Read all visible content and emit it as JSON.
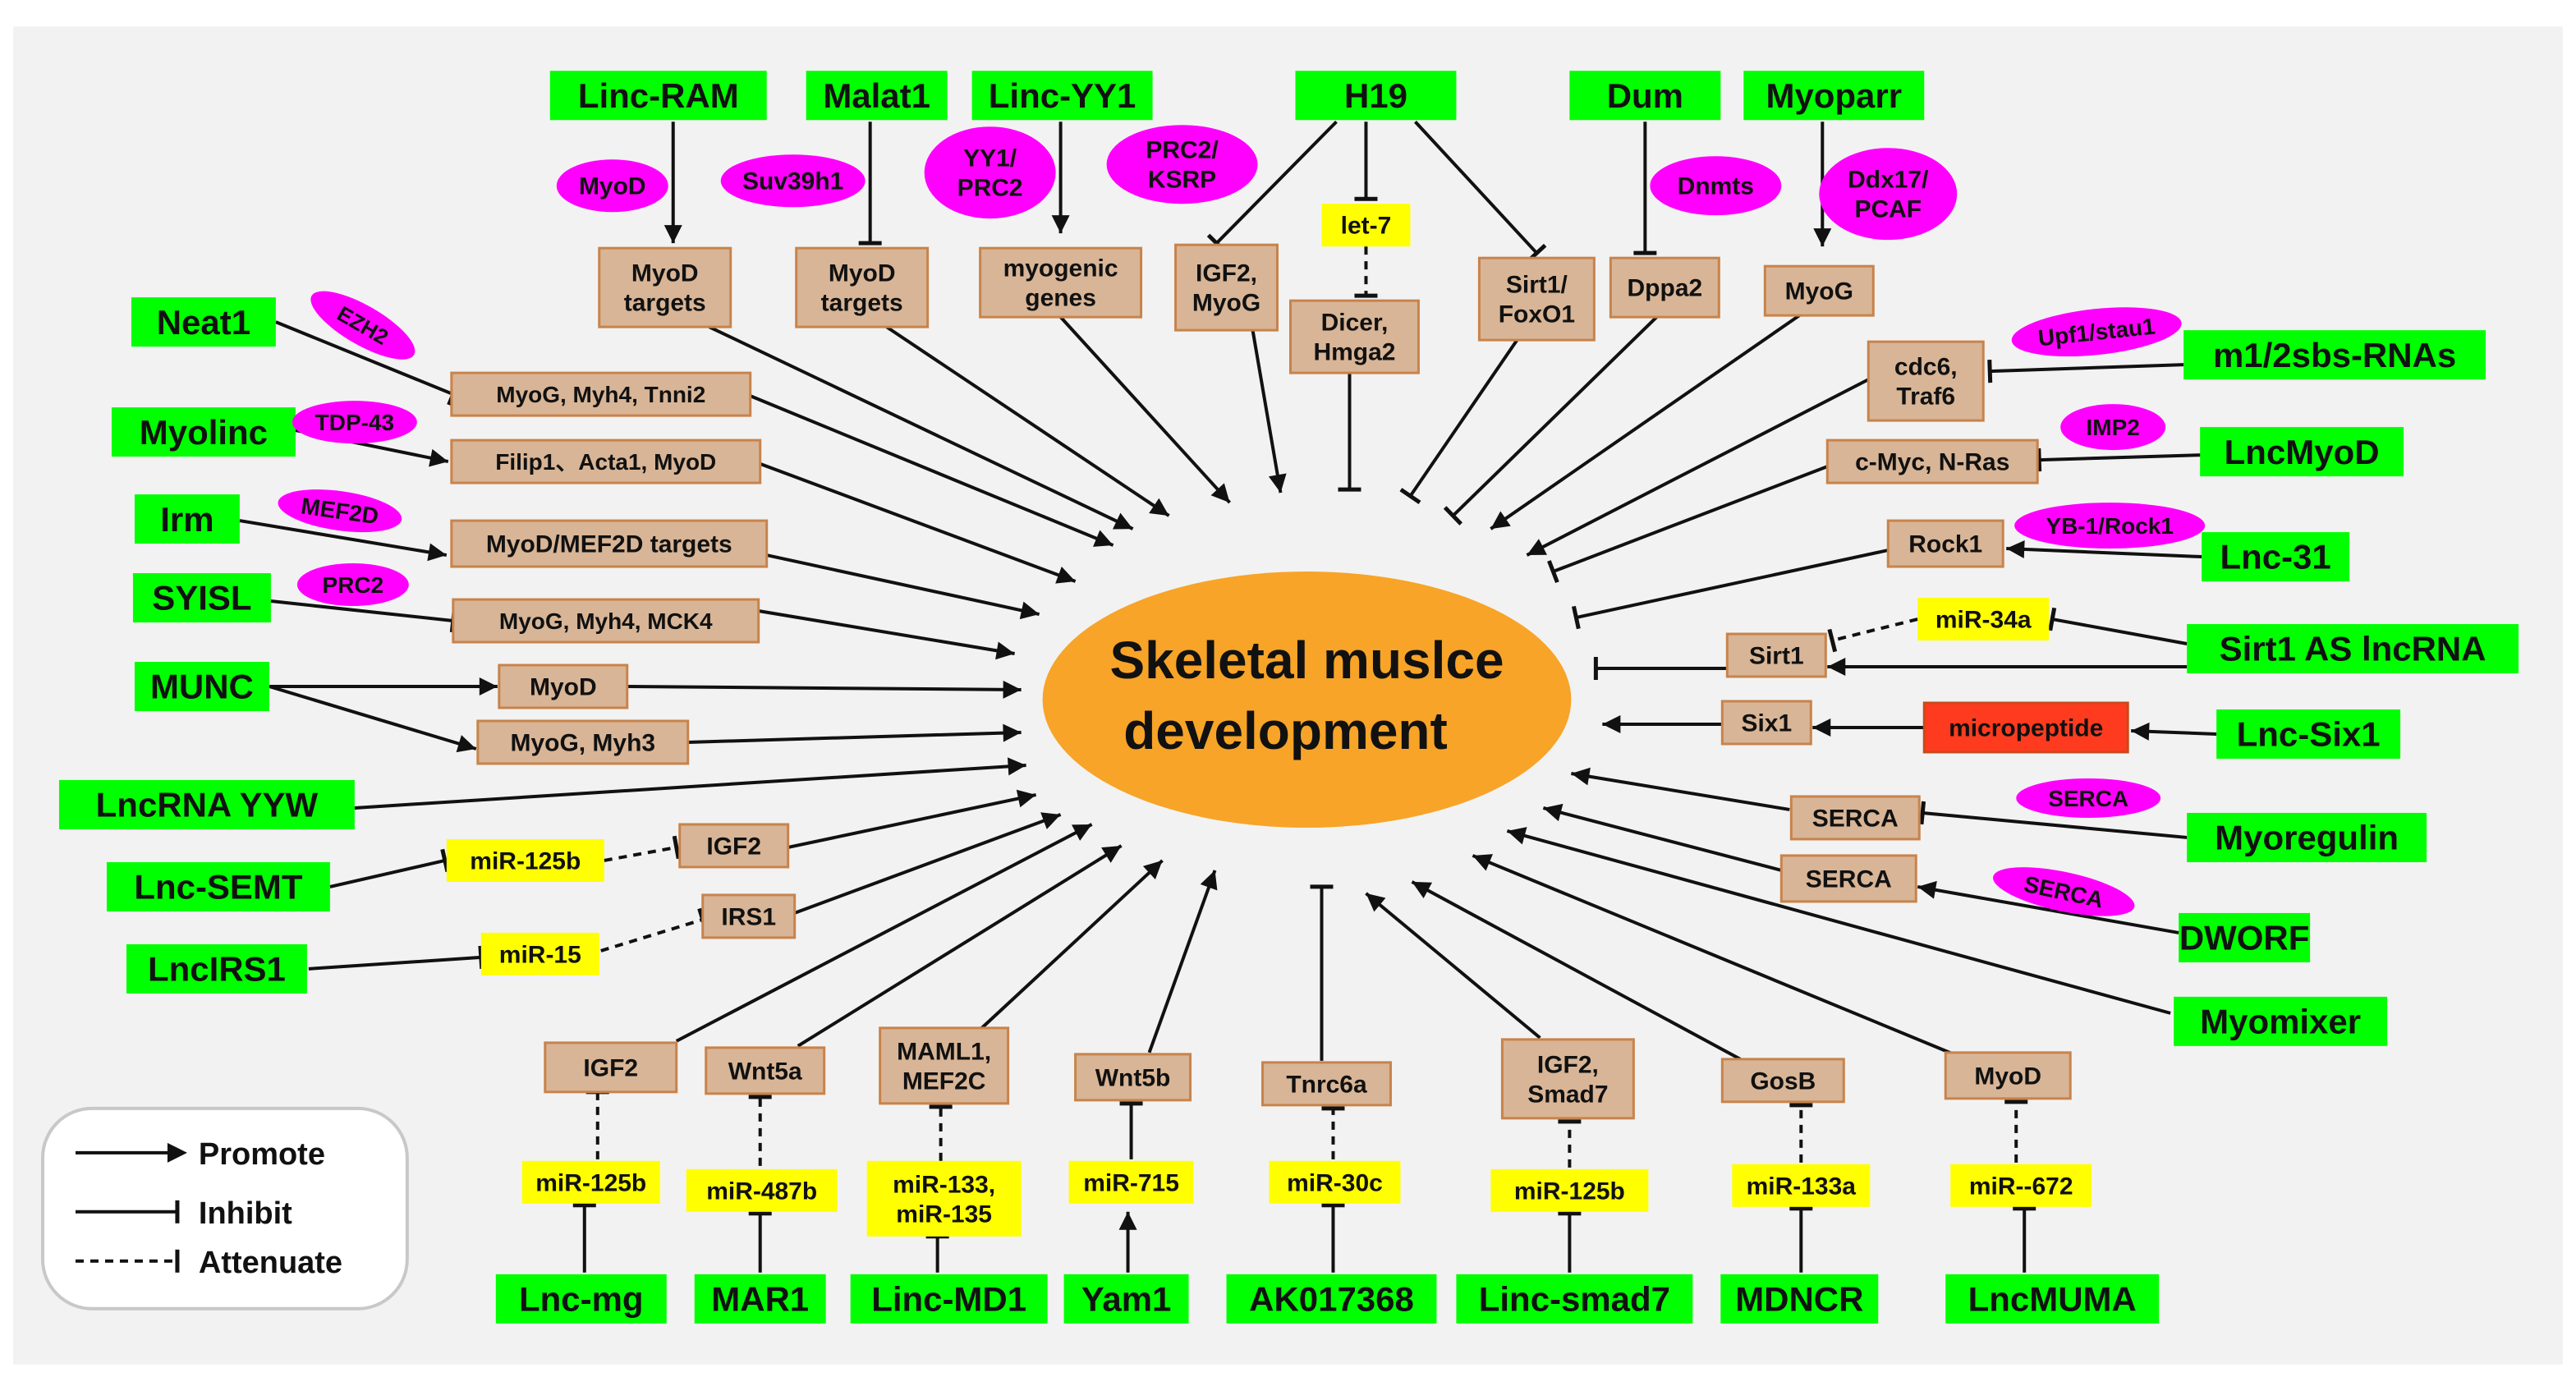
{
  "center": {
    "line1": "Skeletal muslce",
    "line2": "development"
  },
  "legend": {
    "promote": "Promote",
    "inhibit": "Inhibit",
    "attenuate": "Attenuate"
  },
  "lnc": {
    "lincram": "Linc-RAM",
    "malat1": "Malat1",
    "lincyy1": "Linc-YY1",
    "h19": "H19",
    "dum": "Dum",
    "myoparr": "Myoparr",
    "neat1": "Neat1",
    "myolinc": "Myolinc",
    "irm": "Irm",
    "syisl": "SYISL",
    "munc": "MUNC",
    "lncrnayyw": "LncRNA YYW",
    "lncsemt": "Lnc-SEMT",
    "lncirs1": "LncIRS1",
    "m12sbs": "m1/2sbs-RNAs",
    "lncmyod": "LncMyoD",
    "lnc31": "Lnc-31",
    "sirt1as": "Sirt1 AS lncRNA",
    "lncsix1": "Lnc-Six1",
    "myoregulin": "Myoregulin",
    "dworf": "DWORF",
    "myomixer": "Myomixer",
    "lncmg": "Lnc-mg",
    "mar1": "MAR1",
    "lincmd1": "Linc-MD1",
    "yam1": "Yam1",
    "ak017368": "AK017368",
    "lincsmad7": "Linc-smad7",
    "mdncr": "MDNCR",
    "lncmuma": "LncMUMA"
  },
  "targets": {
    "t_lincram": [
      "MyoD",
      "targets"
    ],
    "t_malat1": [
      "MyoD",
      "targets"
    ],
    "t_lincyy1": [
      "myogenic",
      "genes"
    ],
    "t_igf2myog": [
      "IGF2,",
      "MyoG"
    ],
    "t_dicer": [
      "Dicer,",
      "Hmga2"
    ],
    "t_sirt1foxo1": [
      "Sirt1/",
      "FoxO1"
    ],
    "t_dppa2": [
      "Dppa2"
    ],
    "t_myog": [
      "MyoG"
    ],
    "t_cdc6": [
      "cdc6,",
      "Traf6"
    ],
    "t_neat1": [
      "MyoG, Myh4, Tnni2"
    ],
    "t_myolinc": [
      "Filip1、Acta1, MyoD"
    ],
    "t_irm": [
      "MyoD/MEF2D targets"
    ],
    "t_syisl": [
      "MyoG, Myh4, MCK4"
    ],
    "t_munc1": [
      "MyoD"
    ],
    "t_munc2": [
      "MyoG, Myh3"
    ],
    "t_igf2_semt": [
      "IGF2"
    ],
    "t_irs1": [
      "IRS1"
    ],
    "t_cmyc": [
      "c-Myc, N-Ras"
    ],
    "t_rock1": [
      "Rock1"
    ],
    "t_sirt1": [
      "Sirt1"
    ],
    "t_six1": [
      "Six1"
    ],
    "t_serca1": [
      "SERCA"
    ],
    "t_serca2": [
      "SERCA"
    ],
    "t_igf2_mg": [
      "IGF2"
    ],
    "t_wnt5a": [
      "Wnt5a"
    ],
    "t_maml1": [
      "MAML1,",
      "MEF2C"
    ],
    "t_wnt5b": [
      "Wnt5b"
    ],
    "t_tnrc6a": [
      "Tnrc6a"
    ],
    "t_igf2smad7": [
      "IGF2,",
      "Smad7"
    ],
    "t_gosb": [
      "GosB"
    ],
    "t_myod_muma": [
      "MyoD"
    ]
  },
  "mirnas": {
    "m_let7": [
      "let-7"
    ],
    "m_125b_semt": [
      "miR-125b"
    ],
    "m_15": [
      "miR-15"
    ],
    "m_34a": [
      "miR-34a"
    ],
    "m_125b_mg": [
      "miR-125b"
    ],
    "m_487b": [
      "miR-487b"
    ],
    "m_133135": [
      "miR-133,",
      "miR-135"
    ],
    "m_715": [
      "miR-715"
    ],
    "m_30c": [
      "miR-30c"
    ],
    "m_125b_smad7": [
      "miR-125b"
    ],
    "m_133a": [
      "miR-133a"
    ],
    "m_672": [
      "miR--672"
    ]
  },
  "peptide": {
    "micropeptide": "micropeptide"
  },
  "proteins": {
    "p_myod": [
      "MyoD"
    ],
    "p_suv39h1": [
      "Suv39h1"
    ],
    "p_yy1prc2": [
      "YY1/",
      "PRC2"
    ],
    "p_prc2ksrp": [
      "PRC2/",
      "KSRP"
    ],
    "p_dnmts": [
      "Dnmts"
    ],
    "p_ddx17": [
      "Ddx17/",
      "PCAF"
    ],
    "p_ezh2": [
      "EZH2"
    ],
    "p_tdp43": [
      "TDP-43"
    ],
    "p_mef2d": [
      "MEF2D"
    ],
    "p_prc2": [
      "PRC2"
    ],
    "p_upf1": [
      "Upf1/stau1"
    ],
    "p_imp2": [
      "IMP2"
    ],
    "p_yb1": [
      "YB-1/Rock1"
    ],
    "p_serca1": [
      "SERCA"
    ],
    "p_serca2": [
      "SERCA"
    ]
  },
  "colors": {
    "lncrna": "#00ff00",
    "target": "#d8b596",
    "target_border": "#c8834b",
    "mirna": "#ffff00",
    "protein": "#ff00ff",
    "micropeptide": "#ff3b1f",
    "center": "#f7a428",
    "line": "#111111",
    "panel": "#f2f2f2",
    "legend_border": "#c8c8c8"
  }
}
